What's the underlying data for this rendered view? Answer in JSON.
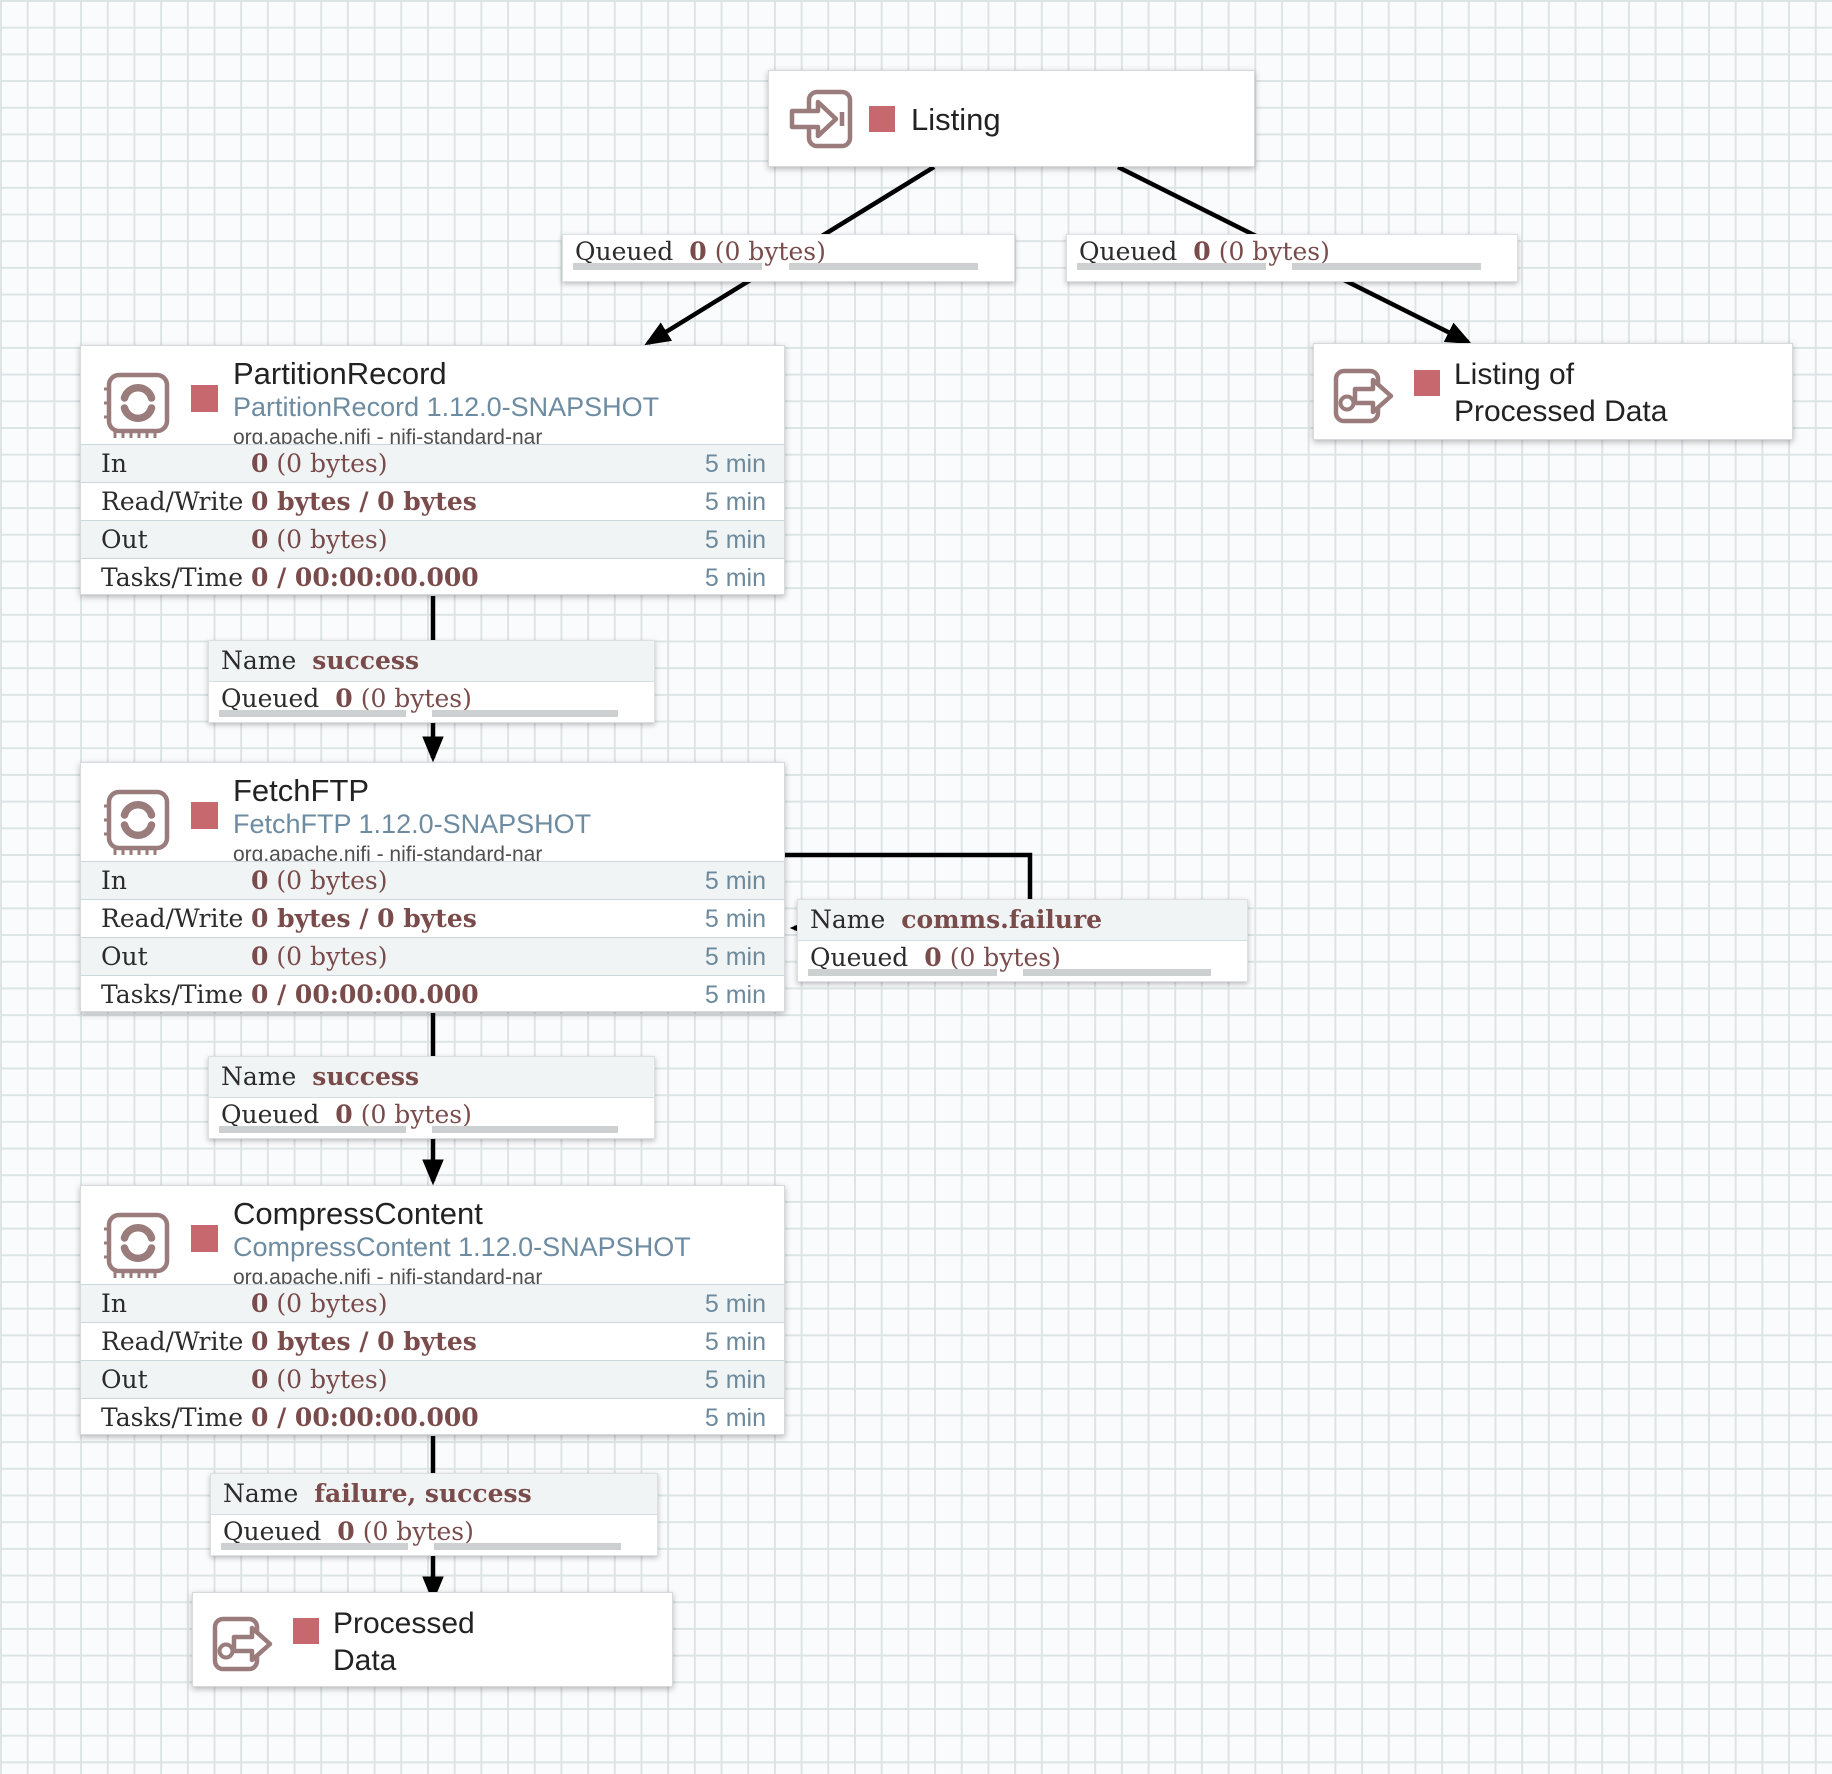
{
  "colors": {
    "canvas_grid": "#dde4e6",
    "node_background": "#ffffff",
    "icon_mauve": "#9b7c7c",
    "stopped_state_red": "#c7686e",
    "stat_value_maroon": "#7a4b4b",
    "subtitle_blue": "#6e8ca1",
    "period_blue": "#6d8a9d",
    "connection_line": "#000000"
  },
  "ports": {
    "listing": {
      "title": "Listing"
    },
    "listing_processed": {
      "line1": "Listing of",
      "line2": "Processed Data"
    },
    "processed": {
      "line1": "Processed",
      "line2": "Data"
    }
  },
  "processors": [
    {
      "title": "PartitionRecord",
      "subtitle": "PartitionRecord 1.12.0-SNAPSHOT",
      "bundle": "org.apache.nifi - nifi-standard-nar",
      "rows": [
        {
          "label": "In",
          "bold": "0",
          "rest": " (0 bytes)",
          "period": "5 min"
        },
        {
          "label": "Read/Write",
          "bold": "0 bytes / 0 bytes",
          "rest": "",
          "period": "5 min"
        },
        {
          "label": "Out",
          "bold": "0",
          "rest": " (0 bytes)",
          "period": "5 min"
        },
        {
          "label": "Tasks/Time",
          "bold": "0 / 00:00:00.000",
          "rest": "",
          "period": "5 min"
        }
      ]
    },
    {
      "title": "FetchFTP",
      "subtitle": "FetchFTP 1.12.0-SNAPSHOT",
      "bundle": "org.apache.nifi - nifi-standard-nar",
      "rows": [
        {
          "label": "In",
          "bold": "0",
          "rest": " (0 bytes)",
          "period": "5 min"
        },
        {
          "label": "Read/Write",
          "bold": "0 bytes / 0 bytes",
          "rest": "",
          "period": "5 min"
        },
        {
          "label": "Out",
          "bold": "0",
          "rest": " (0 bytes)",
          "period": "5 min"
        },
        {
          "label": "Tasks/Time",
          "bold": "0 / 00:00:00.000",
          "rest": "",
          "period": "5 min"
        }
      ]
    },
    {
      "title": "CompressContent",
      "subtitle": "CompressContent 1.12.0-SNAPSHOT",
      "bundle": "org.apache.nifi - nifi-standard-nar",
      "rows": [
        {
          "label": "In",
          "bold": "0",
          "rest": " (0 bytes)",
          "period": "5 min"
        },
        {
          "label": "Read/Write",
          "bold": "0 bytes / 0 bytes",
          "rest": "",
          "period": "5 min"
        },
        {
          "label": "Out",
          "bold": "0",
          "rest": " (0 bytes)",
          "period": "5 min"
        },
        {
          "label": "Tasks/Time",
          "bold": "0 / 00:00:00.000",
          "rest": "",
          "period": "5 min"
        }
      ]
    }
  ],
  "connections": {
    "shared": {
      "name_label": "Name",
      "queued_label": "Queued"
    },
    "top_left": {
      "count": "0",
      "size": "(0 bytes)"
    },
    "top_right": {
      "count": "0",
      "size": "(0 bytes)"
    },
    "partition_to_fetch": {
      "name_value": "success",
      "count": "0",
      "size": "(0 bytes)"
    },
    "fetch_loop": {
      "name_value": "comms.failure",
      "count": "0",
      "size": "(0 bytes)"
    },
    "fetch_to_compress": {
      "name_value": "success",
      "count": "0",
      "size": "(0 bytes)"
    },
    "compress_to_processed": {
      "name_value": "failure, success",
      "count": "0",
      "size": "(0 bytes)"
    }
  }
}
